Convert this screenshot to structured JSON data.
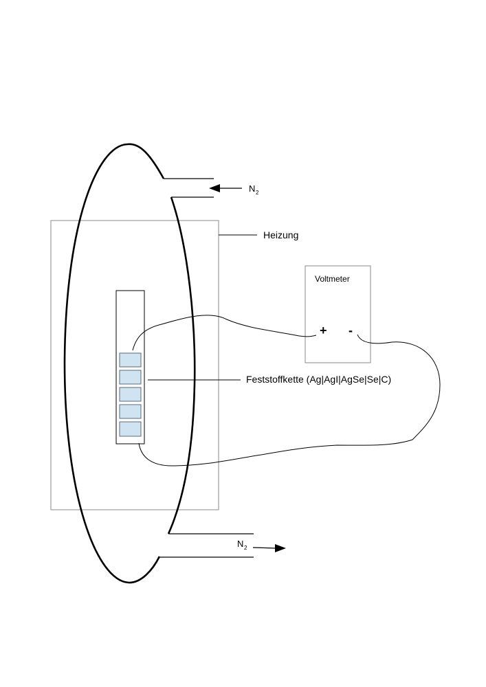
{
  "labels": {
    "n2_in": "N",
    "n2_in_sub": "2",
    "n2_out": "N",
    "n2_out_sub": "2",
    "heater": "Heizung",
    "voltmeter": "Voltmeter",
    "plus": "+",
    "minus": "-",
    "chain": "Feststoffkette (Ag|AgI|AgSe|Se|C)"
  },
  "colors": {
    "stroke": "#000000",
    "box_border": "#888888",
    "cell_fill": "#cfe4f0",
    "cell_border": "#5a6a78"
  }
}
